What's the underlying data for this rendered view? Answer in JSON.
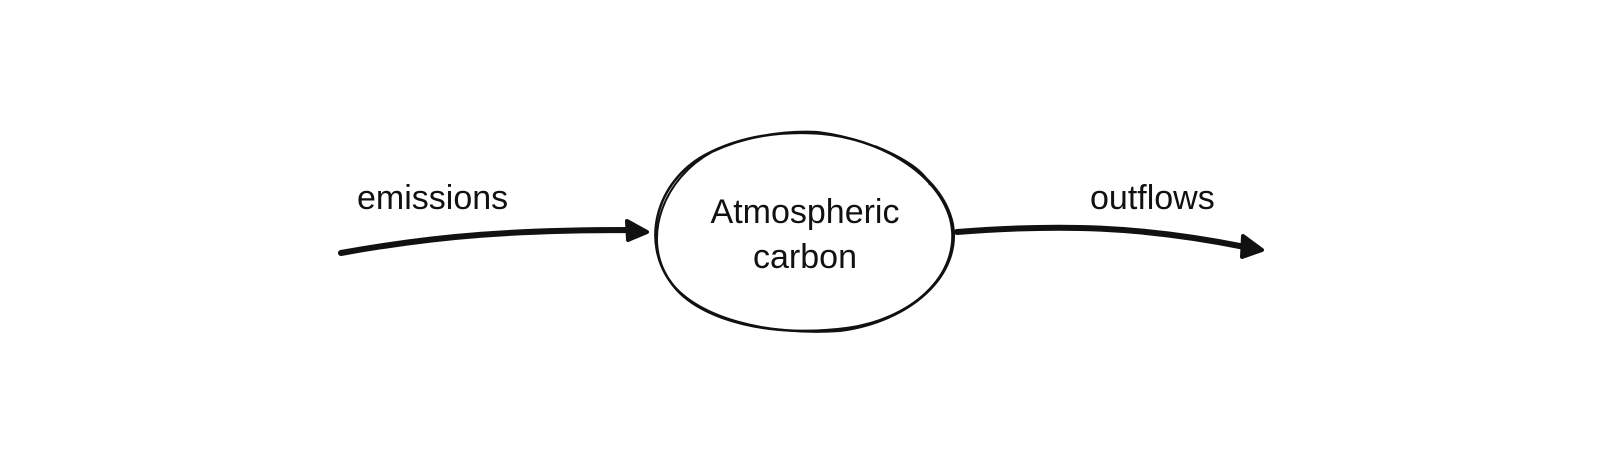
{
  "diagram": {
    "node": {
      "line1": "Atmospheric",
      "line2": "carbon"
    },
    "inflow": {
      "label": "emissions"
    },
    "outflow": {
      "label": "outflows"
    },
    "colors": {
      "stroke": "#111111",
      "background": "#ffffff"
    }
  }
}
